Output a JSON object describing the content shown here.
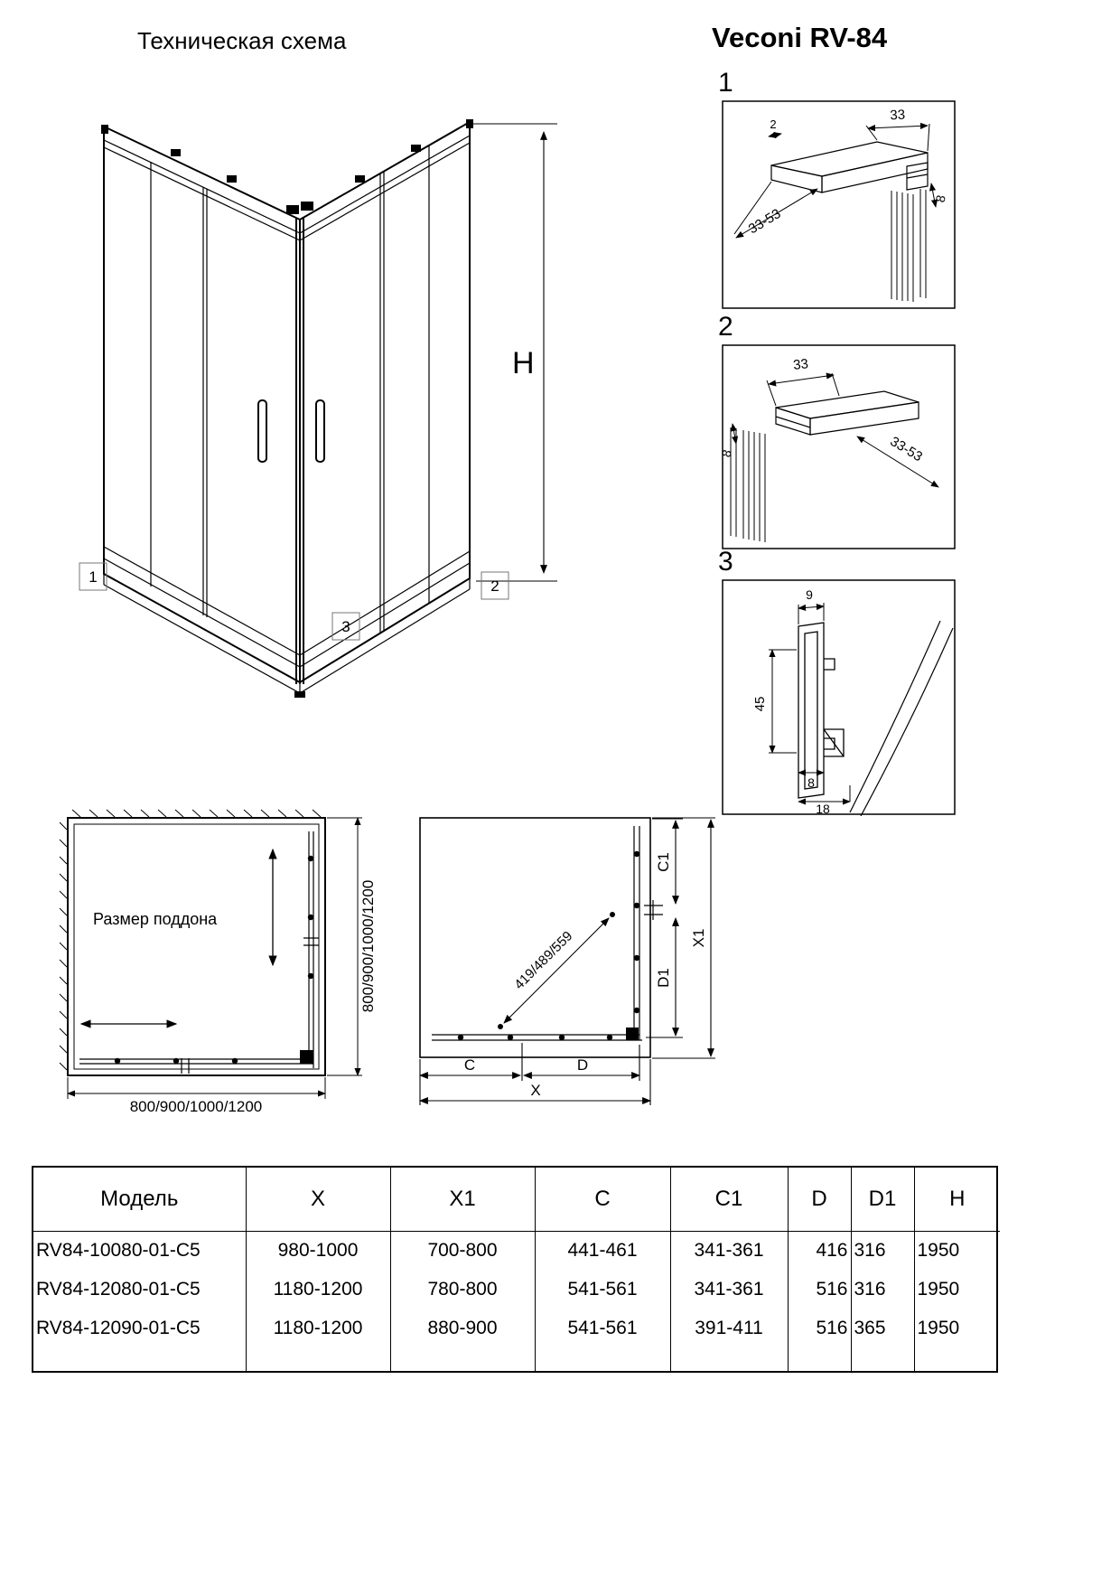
{
  "header": {
    "title": "Техническая схема",
    "brand": "Veconi RV-84"
  },
  "main_view": {
    "height_label": "H",
    "callout1": "1",
    "callout2": "2",
    "callout3": "3"
  },
  "details": {
    "d1": {
      "num": "1",
      "dim_2": "2",
      "dim_33": "33",
      "dim_range": "33-53",
      "dim_8": "8"
    },
    "d2": {
      "num": "2",
      "dim_33": "33",
      "dim_8": "8",
      "dim_range": "33-53"
    },
    "d3": {
      "num": "3",
      "dim_9": "9",
      "dim_45": "45",
      "dim_8": "8",
      "dim_18": "18"
    }
  },
  "plan_left": {
    "label": "Размер поддона",
    "dim_bottom": "800/900/1000/1200",
    "dim_right": "800/900/1000/1200"
  },
  "plan_right": {
    "dim_c1": "C1",
    "dim_x1": "X1",
    "dim_d1": "D1",
    "dim_c": "C",
    "dim_d": "D",
    "dim_x": "X",
    "dim_diag": "419/489/559"
  },
  "table": {
    "headers": [
      "Модель",
      "X",
      "X1",
      "C",
      "C1",
      "D",
      "D1",
      "H"
    ],
    "rows": [
      [
        "RV84-10080-01-C5",
        "980-1000",
        "700-800",
        "441-461",
        "341-361",
        "416",
        "316",
        "1950"
      ],
      [
        "RV84-12080-01-C5",
        "1180-1200",
        "780-800",
        "541-561",
        "341-361",
        "516",
        "316",
        "1950"
      ],
      [
        "RV84-12090-01-C5",
        "1180-1200",
        "880-900",
        "541-561",
        "391-411",
        "516",
        "365",
        "1950"
      ]
    ]
  }
}
